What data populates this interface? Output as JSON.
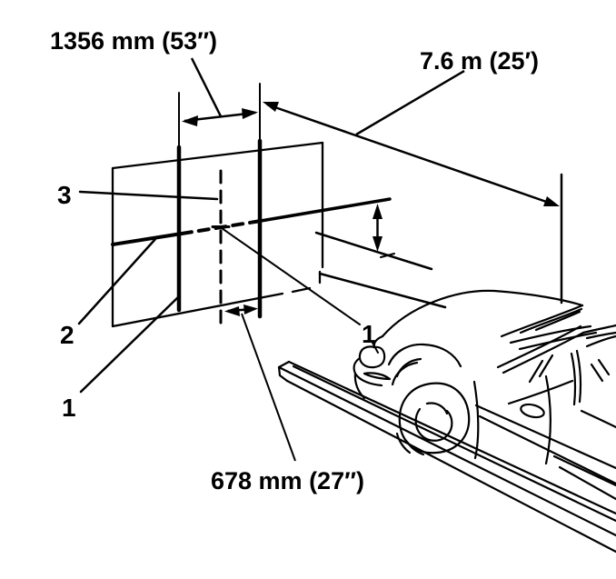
{
  "diagram": {
    "type": "headlamp-aiming-diagram",
    "labels": {
      "width_full": "1356 mm (53″)",
      "distance": "7.6 m (25′)",
      "width_half": "678 mm (27″)"
    },
    "callouts": {
      "c3": "3",
      "c2": "2",
      "c1_left": "1",
      "c1_car": "1"
    },
    "colors": {
      "line": "#000000",
      "background": "#ffffff"
    }
  }
}
